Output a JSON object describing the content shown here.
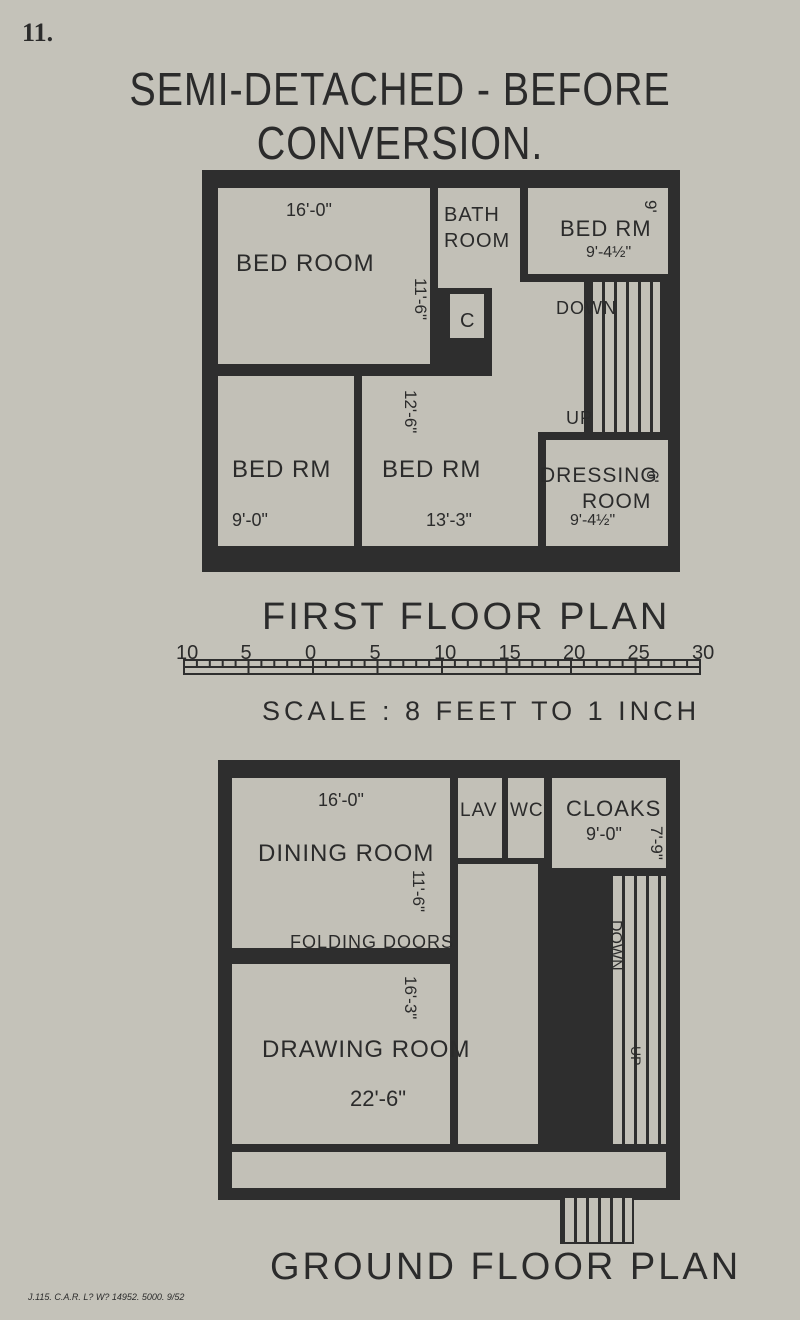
{
  "page_number": "11.",
  "title": "SEMI-DETACHED - BEFORE CONVERSION.",
  "first_floor": {
    "heading": "FIRST FLOOR PLAN",
    "rooms": {
      "bed_room_1": {
        "label": "BED ROOM",
        "width": "16'-0\"",
        "depth": "11'-6\""
      },
      "bath_room": {
        "label": "BATH ROOM",
        "label_line1": "BATH",
        "label_line2": "ROOM"
      },
      "c": {
        "label": "C"
      },
      "bed_rm_2": {
        "label": "BED RM",
        "width": "9'-4½\"",
        "depth": "9'"
      },
      "down": {
        "label": "DOWN"
      },
      "up": {
        "label": "UP"
      },
      "bed_rm_3": {
        "label": "BED RM",
        "width": "9'-0\""
      },
      "bed_rm_4": {
        "label": "BED RM",
        "width": "13'-3\"",
        "depth": "12'-6\""
      },
      "dressing_room": {
        "label": "DRESSING ROOM",
        "label_line1": "DRESSING",
        "label_line2": "ROOM",
        "width": "9'-4½\"",
        "depth": "6'"
      }
    }
  },
  "scale": {
    "ticks": [
      "10",
      "5",
      "0",
      "5",
      "10",
      "15",
      "20",
      "25",
      "30"
    ],
    "text": "SCALE : 8 FEET TO 1 INCH"
  },
  "ground_floor": {
    "heading": "GROUND FLOOR PLAN",
    "rooms": {
      "dining_room": {
        "label": "DINING ROOM",
        "width": "16'-0\"",
        "depth": "11'-6\""
      },
      "lav": {
        "label": "LAV"
      },
      "wc": {
        "label": "WC"
      },
      "cloaks": {
        "label": "CLOAKS",
        "width": "9'-0\"",
        "depth": "7'-9\""
      },
      "folding_doors": {
        "label": "FOLDING DOORS"
      },
      "drawing_room": {
        "label": "DRAWING ROOM",
        "width": "22'-6\"",
        "depth": "16'-3\""
      },
      "down": {
        "label": "DOWN"
      },
      "up": {
        "label": "UP"
      }
    }
  },
  "footer_text": "J.115. C.A.R. L? W? 14952. 5000. 9/52"
}
